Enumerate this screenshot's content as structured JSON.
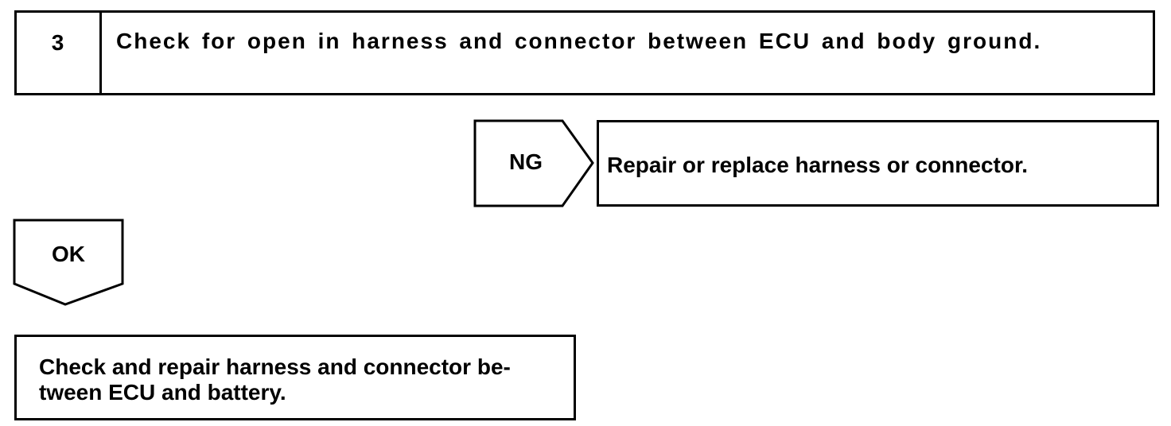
{
  "step": {
    "number": "3",
    "title": "Check for open in harness and connector between ECU and body ground."
  },
  "branches": {
    "ng": {
      "label": "NG",
      "result": "Repair or replace harness or connector."
    },
    "ok": {
      "label": "OK",
      "result_lines": [
        "Check and repair harness and connector be-",
        "tween ECU and battery."
      ]
    }
  }
}
